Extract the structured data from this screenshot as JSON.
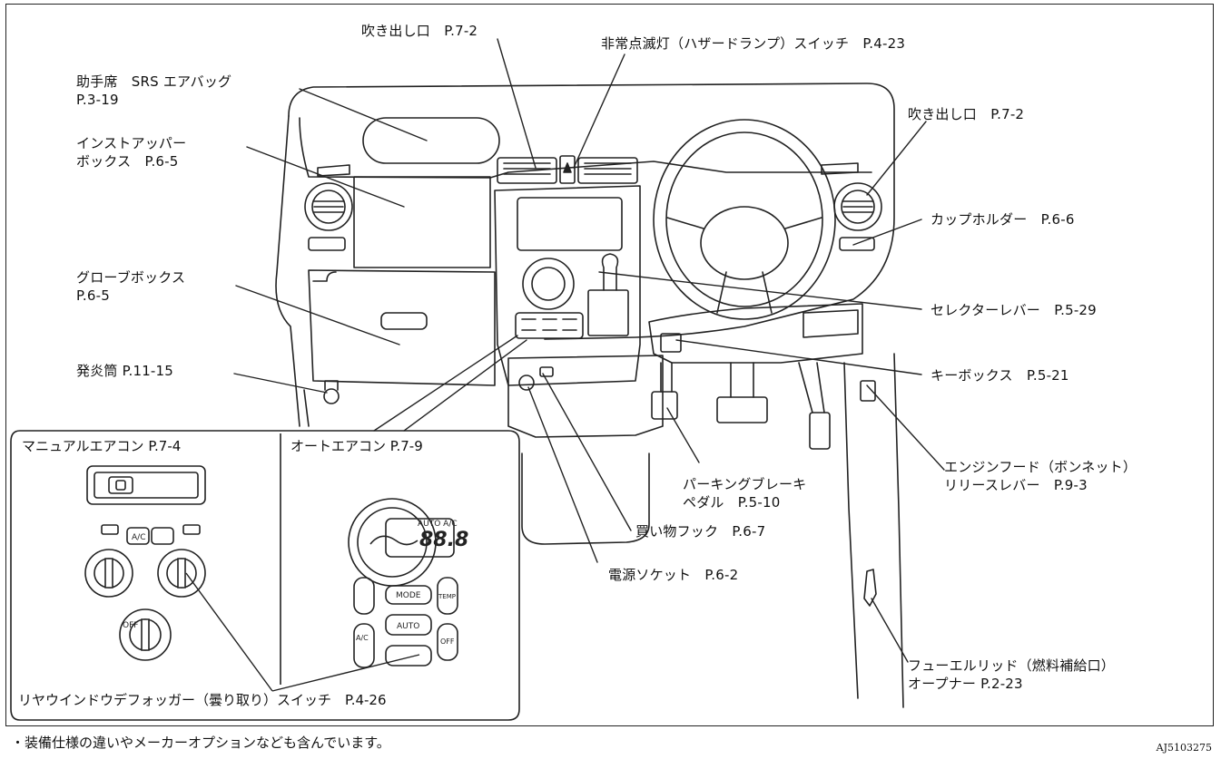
{
  "callouts": {
    "passenger_airbag": {
      "name": "助手席　SRS エアバッグ",
      "page": "P.3-19"
    },
    "vent_center": "吹き出し口　P.7-2",
    "hazard_switch": "非常点滅灯（ハザードランプ）スイッチ　P.4-23",
    "vent_right": "吹き出し口　P.7-2",
    "upper_box": {
      "name": "インストアッパー",
      "page": "ボックス　P.6-5"
    },
    "cup_holder": "カップホルダー　P.6-6",
    "glove_box": {
      "name": "グローブボックス",
      "page": "P.6-5"
    },
    "selector_lever": "セレクターレバー　P.5-29",
    "flare": "発炎筒 P.11-15",
    "key_box": "キーボックス　P.5-21",
    "hood_release": {
      "name": "エンジンフード（ボンネット）",
      "page": "リリースレバー　P.9-3"
    },
    "parking_brake": {
      "name": "パーキングブレーキ",
      "page": "ペダル　P.5-10"
    },
    "shopping_hook": "買い物フック　P.6-7",
    "power_socket": "電源ソケット　P.6-2",
    "fuel_lid": {
      "name": "フューエルリッド（燃料補給口）",
      "page": "オープナー P.2-23"
    }
  },
  "inset": {
    "manual_ac": "マニュアルエアコン P.7-4",
    "auto_ac": "オートエアコン P.7-9",
    "rear_defogger": "リヤウインドウデフォッガー（曇り取り）スイッチ　P.4-26",
    "display_value": "88.8",
    "display_small": "AUTO A/C",
    "btn_mode": "MODE",
    "btn_auto": "AUTO",
    "btn_off": "OFF",
    "btn_temp": "TEMP",
    "btn_ac": "A/C",
    "btn_ac_manual": "A/C",
    "knob_off": "OFF"
  },
  "footer": {
    "note": "・装備仕様の違いやメーカーオプションなども含んでいます。",
    "code": "AJ5103275"
  }
}
